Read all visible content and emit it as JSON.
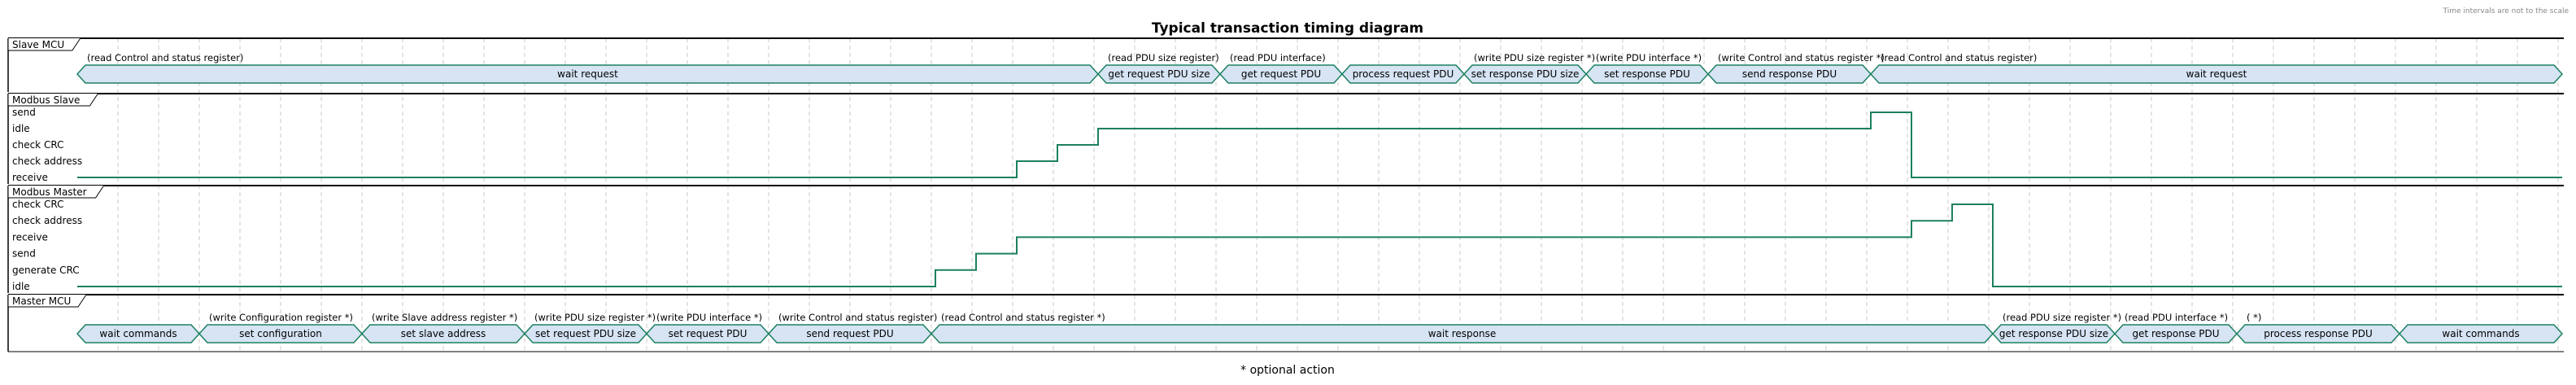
{
  "title": "Typical transaction timing diagram",
  "scale_note": "Time intervals are not to the scale",
  "footnote": "* optional action",
  "colors": {
    "phase_fill": "#d6e4f4",
    "phase_stroke": "#1c8060",
    "signal": "#1c8060",
    "gridline": "#c8c8c8",
    "frame": "#000000"
  },
  "lanes": [
    {
      "id": "slave-mcu",
      "title": "Slave MCU",
      "kind": "phases",
      "phases": [
        {
          "label": "wait request",
          "annotation": "(read Control and status register)"
        },
        {
          "label": "get request PDU size",
          "annotation": "(read PDU size register)"
        },
        {
          "label": "get request PDU",
          "annotation": "(read PDU interface)"
        },
        {
          "label": "process request PDU",
          "annotation": ""
        },
        {
          "label": "set response PDU size",
          "annotation": "(write PDU size register *)"
        },
        {
          "label": "set response PDU",
          "annotation": "(write PDU interface *)"
        },
        {
          "label": "send response PDU",
          "annotation": "(write Control and status register *)"
        },
        {
          "label": "wait request",
          "annotation": "(read Control and status register)"
        }
      ]
    },
    {
      "id": "modbus-slave",
      "title": "Modbus Slave",
      "kind": "states",
      "states": [
        "send",
        "idle",
        "check CRC",
        "check address",
        "receive"
      ],
      "sequence": [
        "receive",
        "check address",
        "check CRC",
        "idle",
        "send",
        "receive"
      ]
    },
    {
      "id": "modbus-master",
      "title": "Modbus Master",
      "kind": "states",
      "states": [
        "check CRC",
        "check address",
        "receive",
        "send",
        "generate CRC",
        "idle"
      ],
      "sequence": [
        "idle",
        "generate CRC",
        "send",
        "receive",
        "check address",
        "check CRC",
        "idle"
      ]
    },
    {
      "id": "master-mcu",
      "title": "Master MCU",
      "kind": "phases",
      "phases": [
        {
          "label": "wait commands",
          "annotation": ""
        },
        {
          "label": "set configuration",
          "annotation": "(write Configuration register *)"
        },
        {
          "label": "set slave address",
          "annotation": "(write Slave address register *)"
        },
        {
          "label": "set request PDU size",
          "annotation": "(write PDU size register *)"
        },
        {
          "label": "set request PDU",
          "annotation": "(write PDU interface *)"
        },
        {
          "label": "send request PDU",
          "annotation": "(write Control and status register)"
        },
        {
          "label": "wait response",
          "annotation": "(read Control and status register *)"
        },
        {
          "label": "get response PDU size",
          "annotation": "(read PDU size register *)"
        },
        {
          "label": "get response PDU",
          "annotation": "(read PDU interface *)"
        },
        {
          "label": "process response PDU",
          "annotation": "( *)"
        },
        {
          "label": "wait commands",
          "annotation": ""
        }
      ]
    }
  ]
}
